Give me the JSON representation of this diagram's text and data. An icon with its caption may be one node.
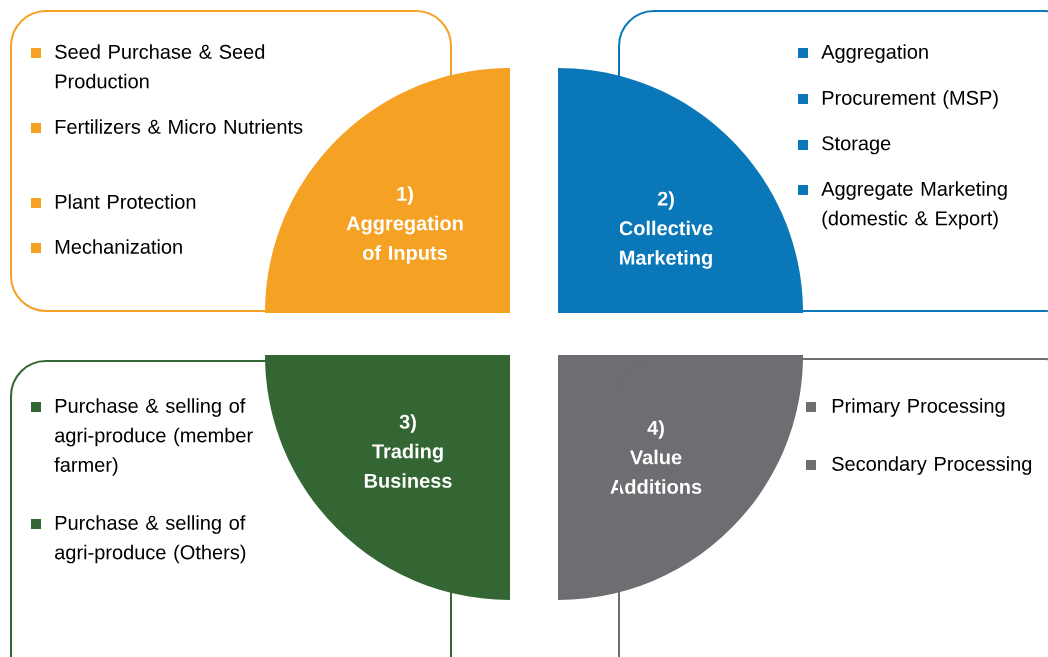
{
  "diagram": {
    "nodes": [
      {
        "text": [
          "Seed Purchase & Seed Production",
          "Fertilizers & Micro Nutrients",
          "Plant Protection",
          "Mechanization"
        ]
      },
      {
        "text": [
          "1)",
          "Aggregation of Inputs"
        ]
      },
      {
        "text": [
          "2)",
          "Collective Marketing"
        ]
      },
      {
        "text": [
          "Aggregation",
          "Procurement (MSP)",
          "Storage",
          "Aggregate Marketing (domestic & Export)"
        ]
      },
      {
        "text": [
          "Purchase & selling of agri-produce (member farmer)",
          "Purchase & selling of agri-produce (Others)"
        ]
      },
      {
        "text": [
          "3)",
          "Trading Business"
        ]
      },
      {
        "text": [
          "4)",
          "Value Additions"
        ]
      },
      {
        "text": [
          "Primary Processing",
          "Secondary Processing"
        ]
      }
    ]
  }
}
